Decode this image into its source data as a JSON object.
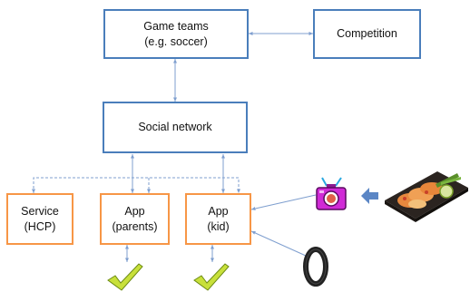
{
  "diagram": {
    "game_teams": {
      "line1": "Game teams",
      "line2": "(e.g. soccer)"
    },
    "competition": {
      "label": "Competition"
    },
    "social_network": {
      "label": "Social network"
    },
    "service": {
      "line1": "Service",
      "line2": "(HCP)"
    },
    "app_parents": {
      "line1": "App",
      "line2": "(parents)"
    },
    "app_kid": {
      "line1": "App",
      "line2": "(kid)"
    }
  },
  "colors": {
    "box_border_blue": "#4a7ebb",
    "box_border_orange": "#f79646",
    "connector": "#7f9fcf",
    "check_fill": "#c8e03a",
    "camera_body": "#d02ad6",
    "arrow_fill": "#5b86c5"
  },
  "icons": [
    "checkmark-icon",
    "camera-icon",
    "fitness-band-icon",
    "food-plate-icon",
    "arrow-left-icon"
  ]
}
